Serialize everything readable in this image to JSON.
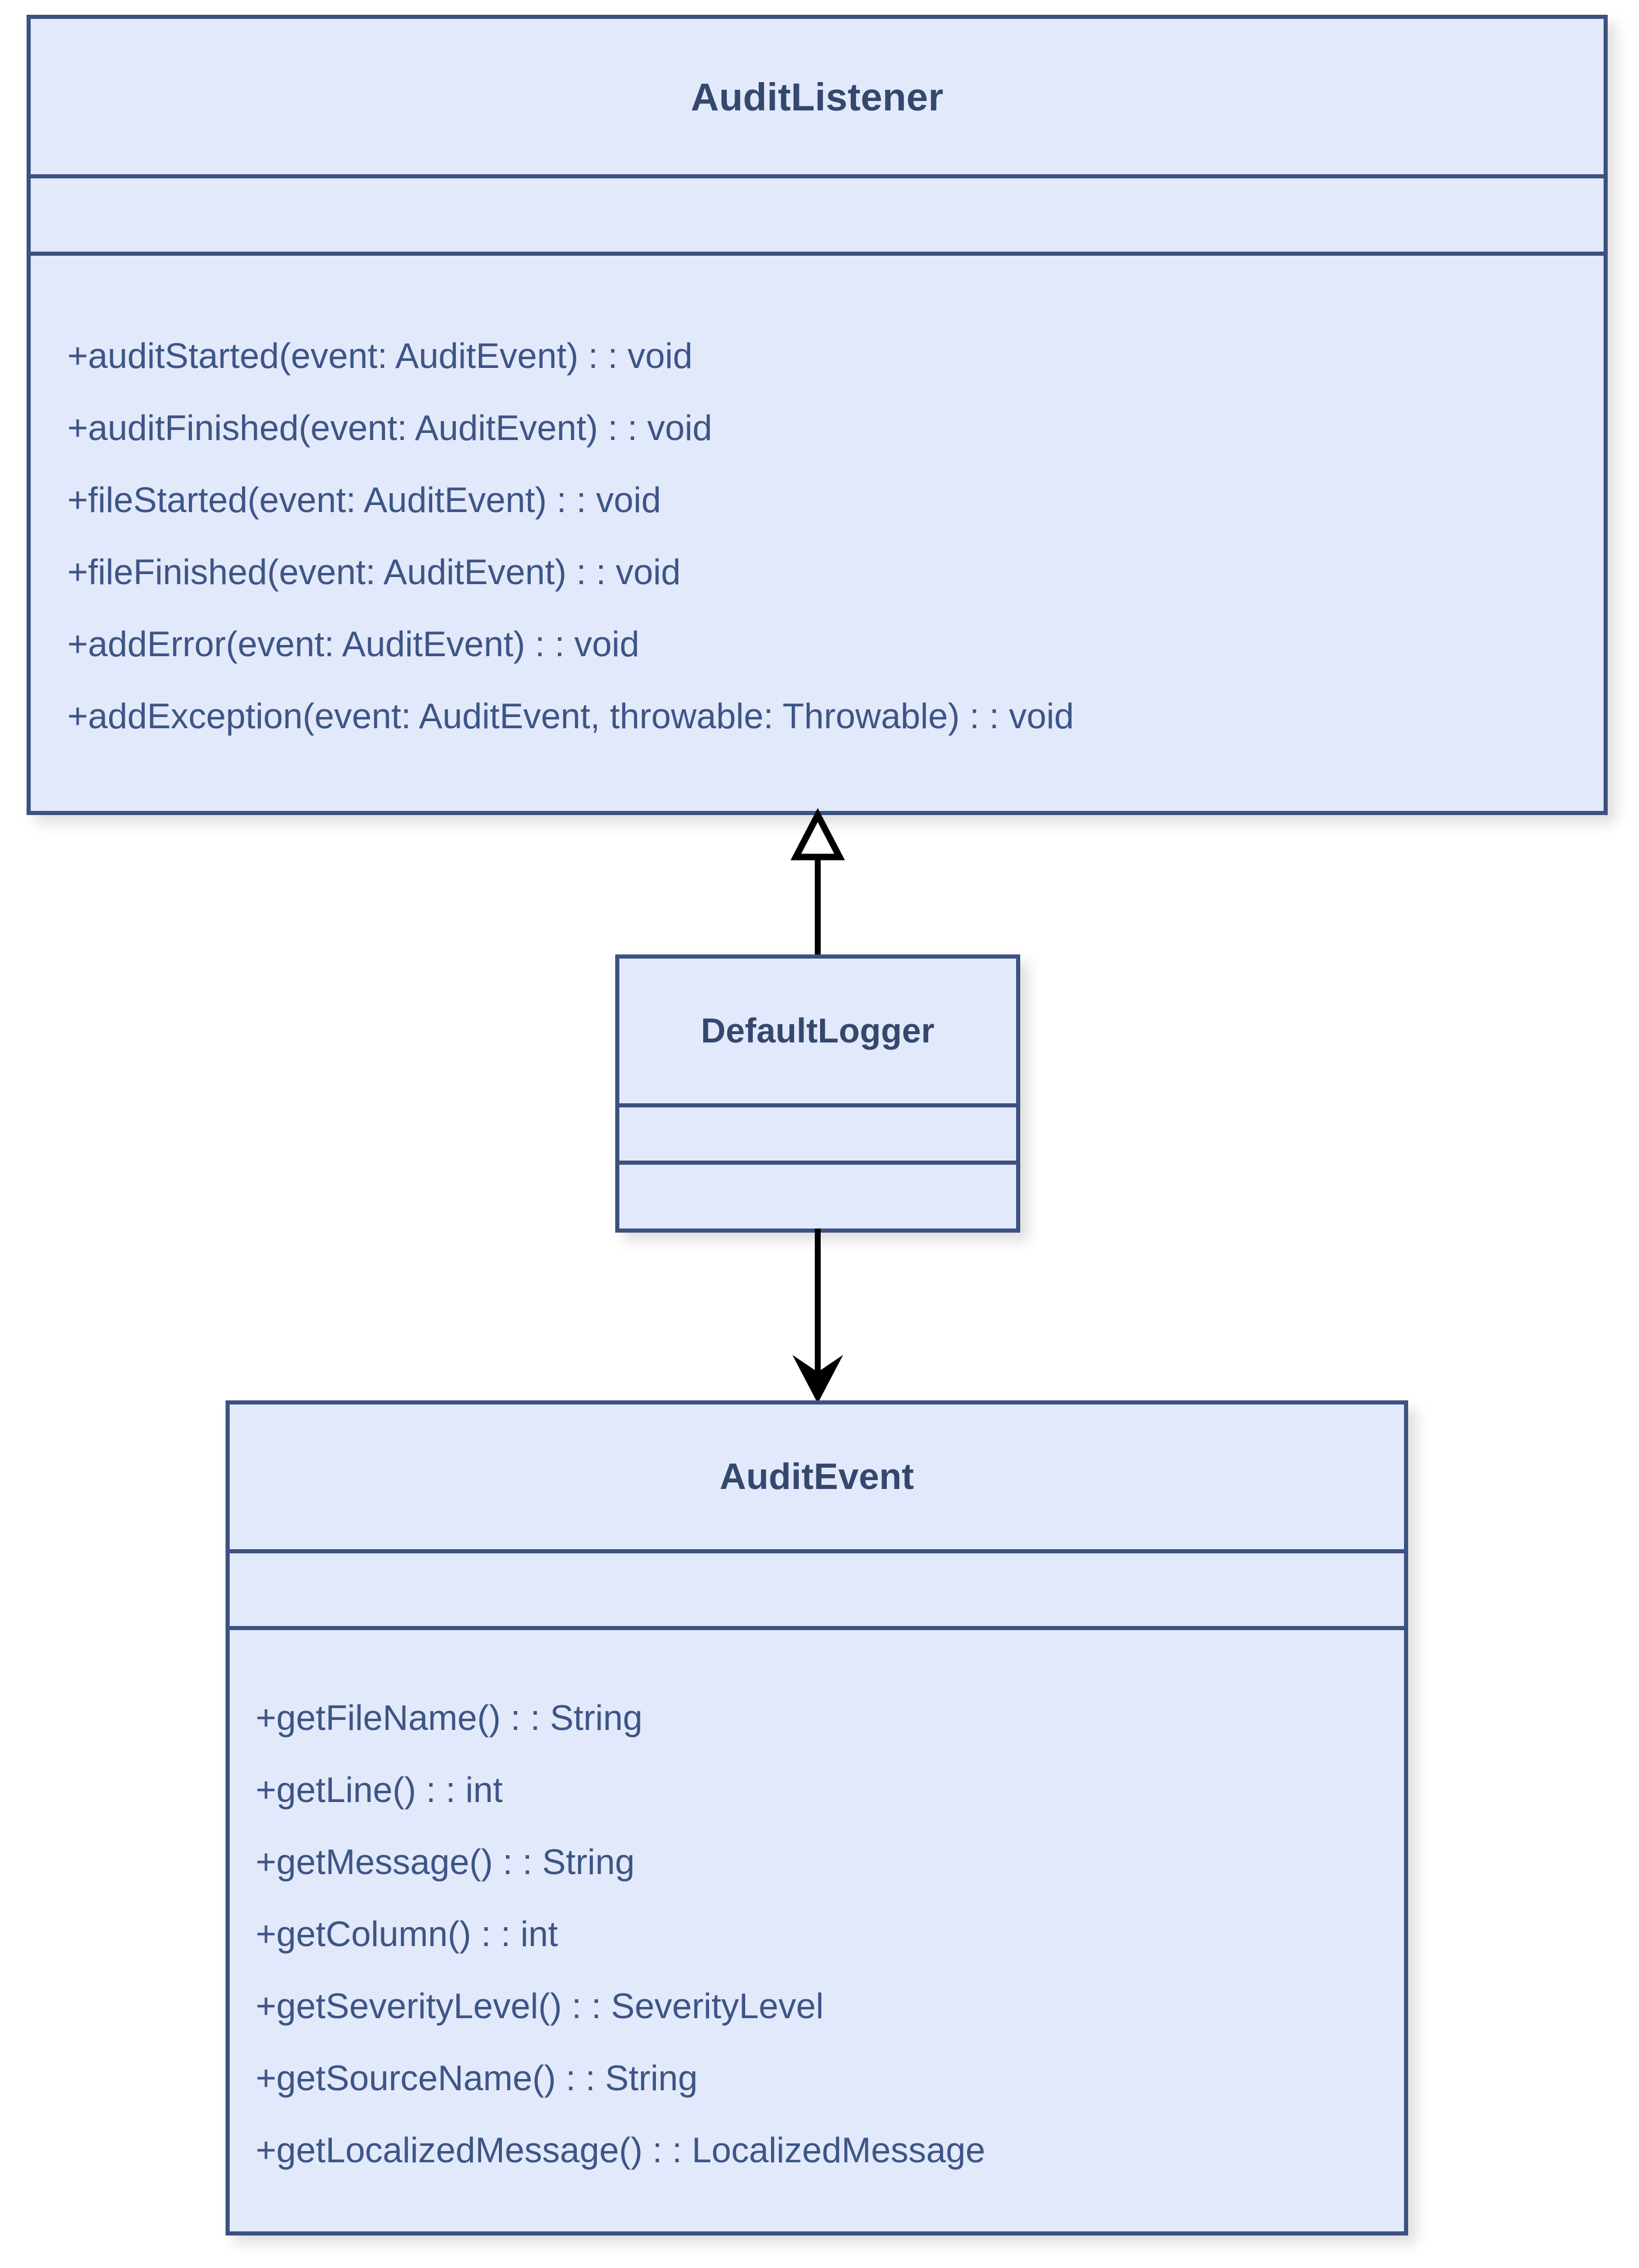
{
  "diagram": {
    "type": "uml-class-diagram",
    "colors": {
      "class_fill": "#E2E9FB",
      "class_border": "#3C5280",
      "title_text": "#34486E",
      "member_text": "#3D5585",
      "connector": "#000000",
      "background": "#FFFFFF"
    }
  },
  "classes": {
    "audit_listener": {
      "name": "AuditListener",
      "attributes": [],
      "methods": [
        "+auditStarted(event: AuditEvent) : : void",
        "+auditFinished(event: AuditEvent) : : void",
        "+fileStarted(event: AuditEvent) : : void",
        "+fileFinished(event: AuditEvent) : : void",
        "+addError(event: AuditEvent) : : void",
        "+addException(event: AuditEvent, throwable: Throwable) : : void"
      ]
    },
    "default_logger": {
      "name": "DefaultLogger",
      "attributes": [],
      "methods": []
    },
    "audit_event": {
      "name": "AuditEvent",
      "attributes": [],
      "methods": [
        "+getFileName() : : String",
        "+getLine() : : int",
        "+getMessage() : : String",
        "+getColumn() : : int",
        "+getSeverityLevel() : : SeverityLevel",
        "+getSourceName() : : String",
        "+getLocalizedMessage() : : LocalizedMessage"
      ]
    }
  },
  "relationships": [
    {
      "id": "generalization",
      "kind": "generalization",
      "arrowhead": "hollow-triangle",
      "line": "solid",
      "from": "DefaultLogger",
      "to": "AuditListener"
    },
    {
      "id": "dependency",
      "kind": "dependency",
      "arrowhead": "solid-filled",
      "line": "solid",
      "from": "DefaultLogger",
      "to": "AuditEvent"
    }
  ]
}
